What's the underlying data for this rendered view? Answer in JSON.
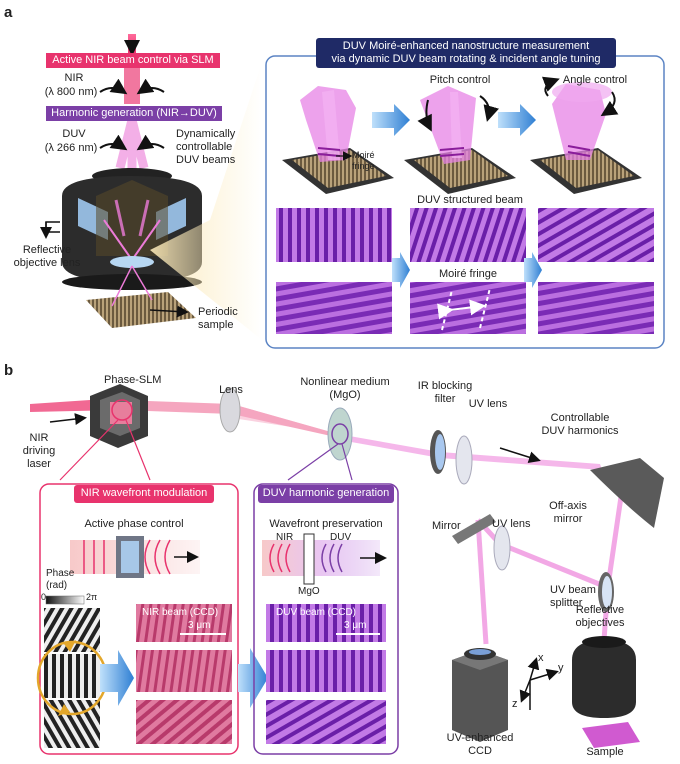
{
  "panel_a": {
    "label": "a",
    "labels": {
      "slm_control": "Active NIR beam control via SLM",
      "nir_title": "NIR",
      "nir_wavelength": "(λ 800 nm)",
      "harmonic_generation": "Harmonic generation (NIR→DUV)",
      "duv_title": "DUV",
      "duv_wavelength": "(λ 266 nm)",
      "duv_beams_line1": "Dynamically",
      "duv_beams_line2": "controllable",
      "duv_beams_line3": "DUV beams",
      "objective_line1": "Reflective",
      "objective_line2": "objective lens",
      "sample_line1": "Periodic",
      "sample_line2": "sample"
    },
    "moire_box": {
      "header_line1": "DUV Moiré-enhanced nanostructure measurement",
      "header_line2": "via dynamic DUV beam rotating & incident angle tuning",
      "pitch_control": "Pitch control",
      "angle_control": "Angle control",
      "moire_fringe_small_line1": "Moiré",
      "moire_fringe_small_line2": "fringe",
      "structured_beam": "DUV structured beam",
      "moire_fringe": "Moiré fringe"
    }
  },
  "panel_b": {
    "label": "b",
    "labels": {
      "phase_slm": "Phase-SLM",
      "lens": "Lens",
      "nonlinear_line1": "Nonlinear medium",
      "nonlinear_line2": "(MgO)",
      "ir_filter_line1": "IR blocking",
      "ir_filter_line2": "filter",
      "uv_lens_top": "UV lens",
      "harmonics_line1": "Controllable",
      "harmonics_line2": "DUV harmonics",
      "nir_laser_line1": "NIR",
      "nir_laser_line2": "driving",
      "nir_laser_line3": "laser",
      "off_axis_line1": "Off-axis",
      "off_axis_line2": "mirror",
      "mirror": "Mirror",
      "uv_lens_mid": "UV lens",
      "splitter_line1": "UV beam",
      "splitter_line2": "splitter",
      "objectives_line1": "Reflective",
      "objectives_line2": "objectives",
      "ccd_line1": "UV-enhanced",
      "ccd_line2": "CCD",
      "sample": "Sample",
      "axis_x": "x",
      "axis_y": "y",
      "axis_z": "z"
    },
    "nir_box": {
      "header": "NIR wavefront modulation",
      "active_phase": "Active phase control",
      "phase_line1": "Phase",
      "phase_line2": "(rad)",
      "scale_min": "0",
      "scale_max": "2π",
      "beam_label": "NIR beam (CCD)",
      "scale_bar": "3 μm"
    },
    "duv_box": {
      "header": "DUV harmonic generation",
      "wavefront": "Wavefront preservation",
      "nir": "NIR",
      "duv": "DUV",
      "mgo": "MgO",
      "beam_label": "DUV beam (CCD)",
      "scale_bar": "3 μm"
    }
  },
  "colors": {
    "nir_pink": "#e8336d",
    "harmonic_purple": "#7b3fa6",
    "navy_header": "#1f2a66",
    "box_blue": "#5b84c4",
    "duv_violet": "#e070f0",
    "arrow_blue": "#4a8ad6",
    "fringe_purple": "#9b3ad0",
    "nir_beam_pink": "#d0507a"
  }
}
